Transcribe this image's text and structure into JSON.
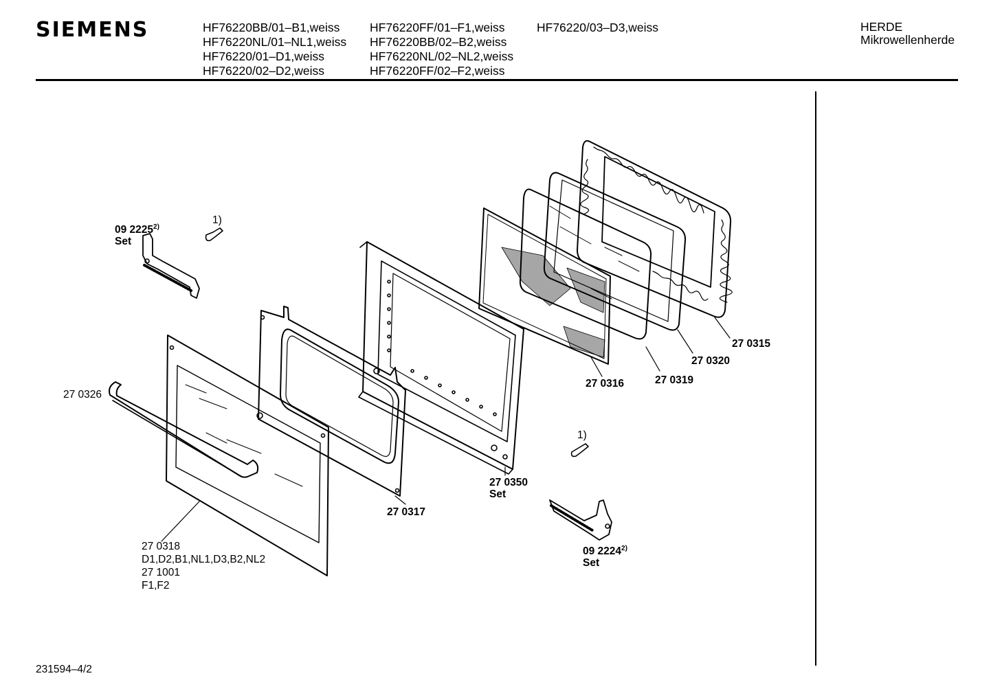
{
  "brand": "SIEMENS",
  "models": {
    "col1": [
      "HF76220BB/01–B1,weiss",
      "HF76220NL/01–NL1,weiss",
      "HF76220/01–D1,weiss",
      "HF76220/02–D2,weiss"
    ],
    "col2": [
      "HF76220FF/01–F1,weiss",
      "HF76220BB/02–B2,weiss",
      "HF76220NL/02–NL2,weiss",
      "HF76220FF/02–F2,weiss"
    ],
    "col3": [
      "HF76220/03–D3,weiss"
    ]
  },
  "category": {
    "line1": "HERDE",
    "line2": "Mikrowellenherde"
  },
  "parts": {
    "p092225": {
      "num": "09 2225",
      "sup": "2)",
      "sub": "Set"
    },
    "note1_top": "1)",
    "note1_bottom": "1)",
    "p270326": "27 0326",
    "p270317": "27 0317",
    "p270350": {
      "num": "27 0350",
      "sub": "Set"
    },
    "p270316": "27 0316",
    "p270319": "27 0319",
    "p270320": "27 0320",
    "p270315": "27 0315",
    "p092224": {
      "num": "09 2224",
      "sup": "2)",
      "sub": "Set"
    },
    "p270318": {
      "num": "27 0318",
      "variants": "D1,D2,B1,NL1,D3,B2,NL2",
      "num2": "27 1001",
      "variants2": "F1,F2"
    }
  },
  "doc_number": "231594–4/2"
}
